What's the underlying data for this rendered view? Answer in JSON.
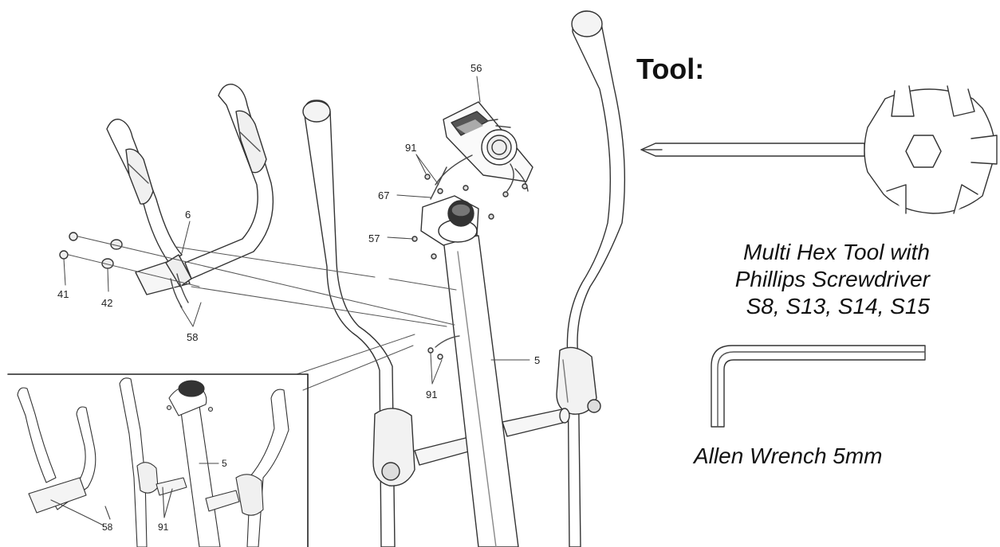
{
  "tools": {
    "heading": "Tool:",
    "multi_hex_line1": "Multi Hex Tool with",
    "multi_hex_line2": "Phillips Screwdriver",
    "multi_hex_line3": "S8, S13, S14, S15",
    "allen_wrench": "Allen Wrench 5mm"
  },
  "callouts": {
    "p56": "56",
    "p91a": "91",
    "p67": "67",
    "p57": "57",
    "p6": "6",
    "p41": "41",
    "p42": "42",
    "p58": "58",
    "p5": "5",
    "p91b": "91"
  },
  "inset_callouts": {
    "p5": "5",
    "p58": "58",
    "p91": "91"
  }
}
